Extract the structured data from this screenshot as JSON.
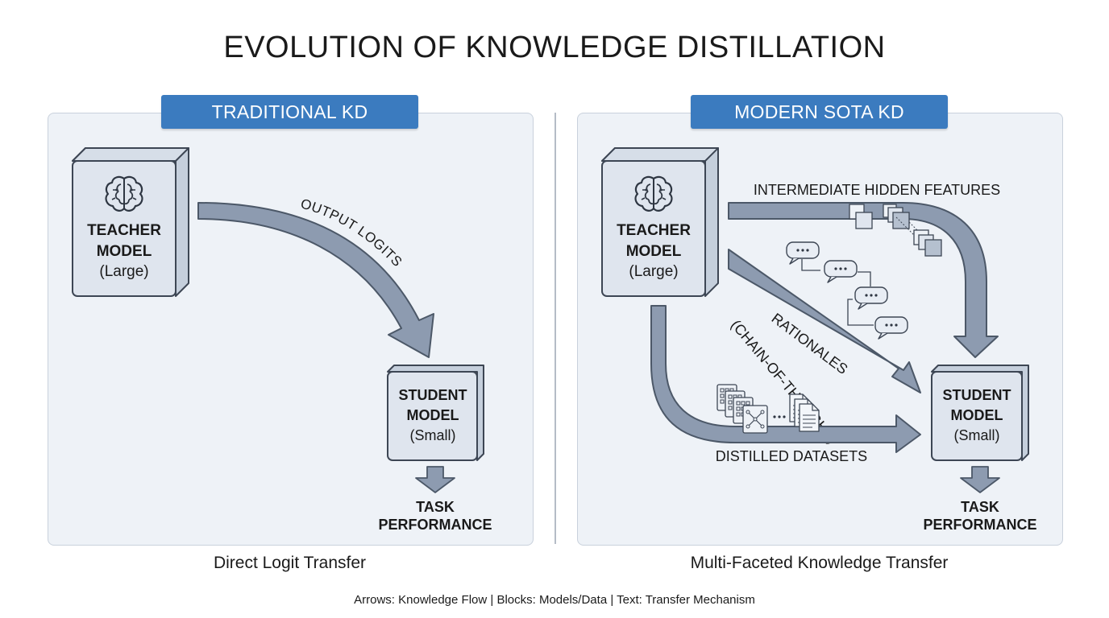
{
  "title": "EVOLUTION OF KNOWLEDGE DISTILLATION",
  "left_panel": {
    "header": "TRADITIONAL KD",
    "caption": "Direct Logit Transfer",
    "teacher": {
      "line1": "TEACHER",
      "line2": "MODEL",
      "line3": "(Large)",
      "icon": "brain-icon"
    },
    "student": {
      "line1": "STUDENT",
      "line2": "MODEL",
      "line3": "(Small)"
    },
    "arrow_label": "OUTPUT LOGITS",
    "output": {
      "line1": "TASK",
      "line2": "PERFORMANCE"
    }
  },
  "right_panel": {
    "header": "MODERN SOTA KD",
    "caption": "Multi-Faceted Knowledge Transfer",
    "teacher": {
      "line1": "TEACHER",
      "line2": "MODEL",
      "line3": "(Large)",
      "icon": "brain-icon"
    },
    "student": {
      "line1": "STUDENT",
      "line2": "MODEL",
      "line3": "(Small)"
    },
    "features_label": "INTERMEDIATE HIDDEN FEATURES",
    "rationales_line1": "RATIONALES",
    "rationales_line2": "(CHAIN-OF-THOUGHT)",
    "datasets_label": "DISTILLED DATASETS",
    "output": {
      "line1": "TASK",
      "line2": "PERFORMANCE"
    }
  },
  "footer": "Arrows: Knowledge Flow | Blocks: Models/Data | Text: Transfer Mechanism",
  "colors": {
    "panel_bg": "#eef2f7",
    "header_blue": "#3b7bbf",
    "arrow_fill": "#8d9bb0",
    "arrow_stroke": "#4c5868",
    "block_fill": "#dfe5ee"
  }
}
